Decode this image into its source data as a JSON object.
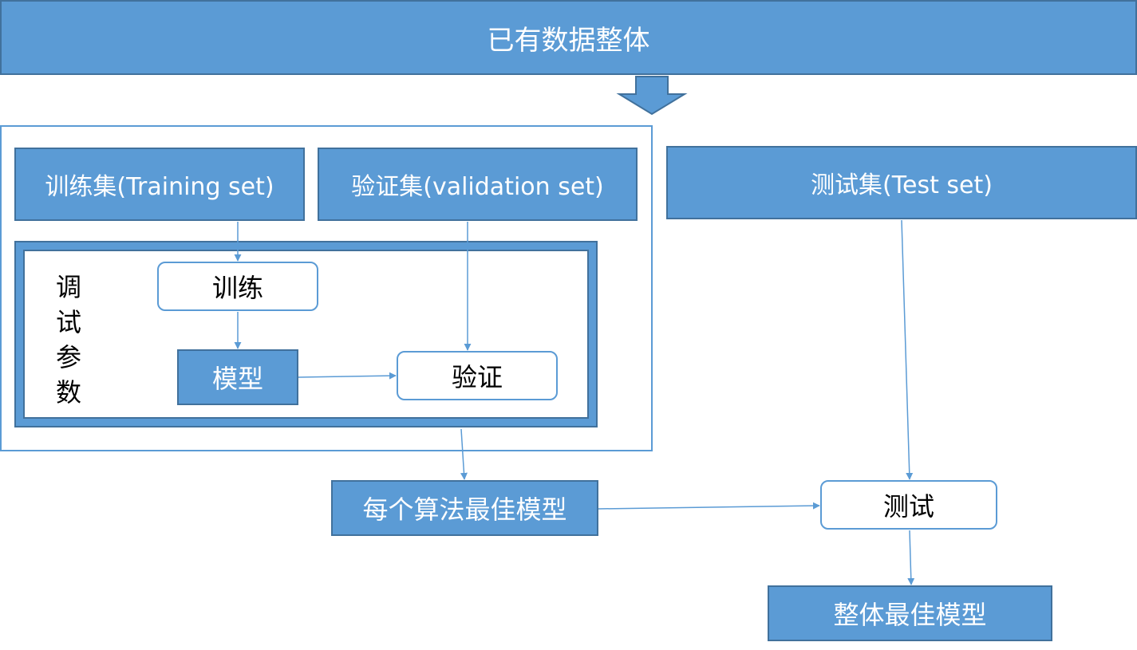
{
  "colors": {
    "fill": "#5b9bd5",
    "fill_border": "#41719c",
    "line": "#5b9bd5",
    "text_on_fill": "#ffffff",
    "text_on_white": "#000000"
  },
  "nodes": {
    "all_data": "已有数据整体",
    "training_set": "训练集(Training set)",
    "validation_set": "验证集(validation set)",
    "test_set": "测试集(Test set)",
    "train": "训练",
    "model": "模型",
    "validate": "验证",
    "best_per_algorithm": "每个算法最佳模型",
    "test": "测试",
    "overall_best": "整体最佳模型"
  },
  "tuning_label": [
    "调",
    "试",
    "参",
    "数"
  ]
}
